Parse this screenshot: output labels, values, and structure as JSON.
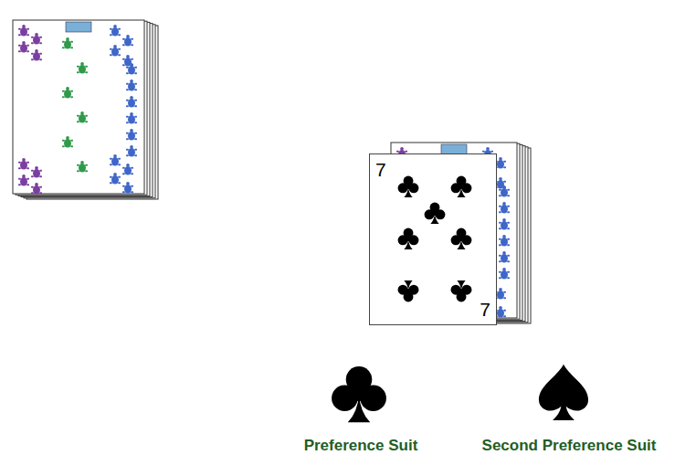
{
  "diagram": {
    "nodes": [
      {
        "text": [
          "7",
          "7"
        ]
      }
    ],
    "labels": [
      "Preference Suit",
      "Second Preference Suit"
    ]
  }
}
